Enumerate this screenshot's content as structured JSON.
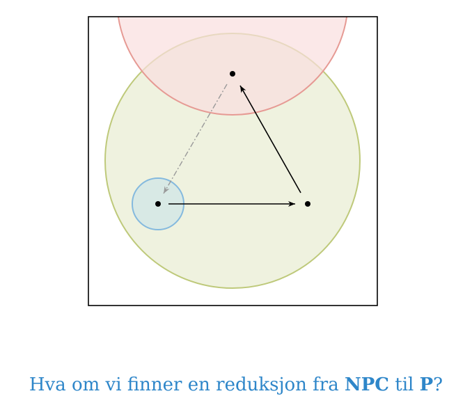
{
  "colors": {
    "frame": "#000000",
    "red_circle_fill": "#f9dede",
    "red_circle_stroke": "#e69a94",
    "green_circle_fill": "#e9edd4",
    "green_circle_stroke": "#bec97a",
    "blue_circle_fill": "#d4e7e6",
    "blue_circle_stroke": "#84b9de",
    "arrow": "#000000",
    "dashed_arrow": "#999999",
    "caption": "#2e86c9"
  },
  "caption": {
    "part1": "Hva om vi finner en reduksjon fra ",
    "npc": "NPC",
    "part2": " til ",
    "p": "P",
    "part3": "?"
  }
}
